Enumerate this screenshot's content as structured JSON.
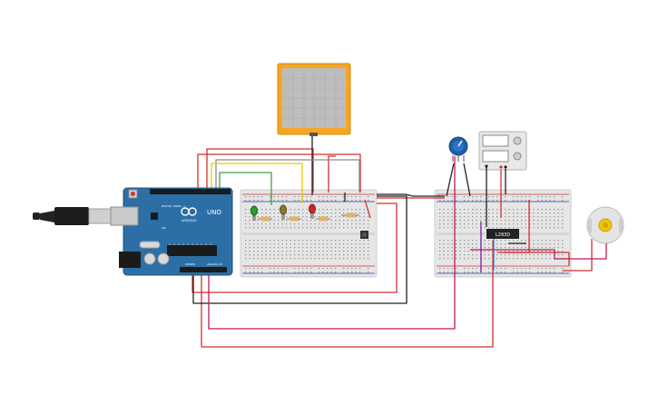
{
  "arduino": {
    "logo_label": "UNO",
    "brand_label": "ARDUINO",
    "on_label": "ON",
    "digital_label": "DIGITAL (PWM ~)",
    "power_label": "POWER",
    "analog_label": "ANALOG IN"
  },
  "motor_driver": {
    "chip_label": "L293D"
  },
  "components": {
    "leds": [
      {
        "color": "#2e9e2e"
      },
      {
        "color": "#8a7a2a"
      },
      {
        "color": "#c62828"
      }
    ]
  },
  "wire_colors": {
    "red": "#d32f2f",
    "black": "#212121",
    "green": "#43a047",
    "yellow": "#f2c500",
    "gray": "#8c8c8c",
    "magenta": "#c2185b",
    "purple": "#7b1fa2",
    "blue": "#1e88e5"
  }
}
